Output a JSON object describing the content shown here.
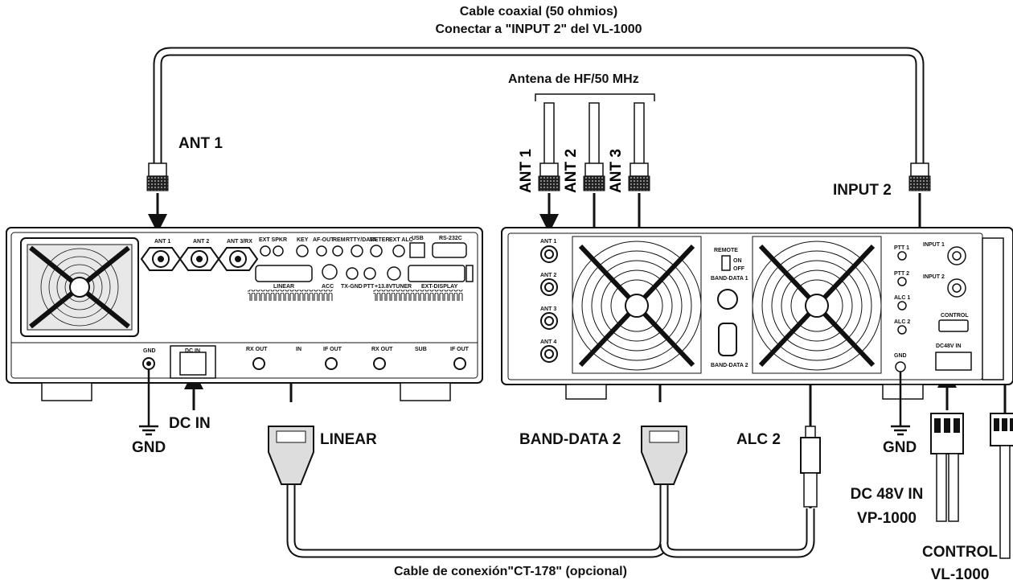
{
  "cable_top": {
    "line1": "Cable coaxial (50 ohmios)",
    "line2": "Conectar a \"INPUT 2\" del VL-1000"
  },
  "antenna_label": "Antena de HF/50 MHz",
  "ant_labels": {
    "ant1_left": "ANT 1",
    "ant1": "ANT 1",
    "ant2": "ANT 2",
    "ant3": "ANT 3",
    "input2": "INPUT 2"
  },
  "bottom_labels": {
    "gnd_left": "GND",
    "dc_in": "DC IN",
    "linear": "LINEAR",
    "band_data2": "BAND-DATA 2",
    "alc2": "ALC 2",
    "gnd_right": "GND",
    "dc48_line1": "DC 48V IN",
    "dc48_line2": "VP-1000",
    "control_line1": "CONTROL",
    "control_line2": "VL-1000"
  },
  "cable_bottom": "Cable de conexión\"CT-178\" (opcional)",
  "transceiver_panel": {
    "ant1": "ANT 1",
    "ant2": "ANT 2",
    "ant3": "ANT 3/RX",
    "ext_spkr": "EXT SPKR",
    "key": "KEY",
    "af_out": "AF-OUT",
    "rem": "REM",
    "rtty": "RTTY/DATA",
    "meter": "METER",
    "ext_alc": "EXT ALC",
    "usb": "USB",
    "rs232c": "RS-232C",
    "linear": "LINEAR",
    "acc": "ACC",
    "tx_gnd": "TX-GND",
    "ptt": "PTT",
    "v138": "+13.8V",
    "tuner": "TUNER",
    "ext_display": "EXT-DISPLAY",
    "gnd": "GND",
    "dc_in": "DC IN",
    "rx_out1": "RX OUT",
    "in": "IN",
    "if_out1": "IF OUT",
    "rx_out2": "RX OUT",
    "sub": "SUB",
    "if_out2": "IF OUT"
  },
  "amp_panel": {
    "ant1": "ANT 1",
    "ant2": "ANT 2",
    "ant3": "ANT 3",
    "ant4": "ANT 4",
    "remote": "REMOTE",
    "on": "ON",
    "off": "OFF",
    "band_data1": "BAND-DATA 1",
    "band_data2": "BAND-DATA 2",
    "ptt1": "PTT 1",
    "ptt2": "PTT 2",
    "alc1": "ALC 1",
    "alc2": "ALC 2",
    "gnd": "GND",
    "input1": "INPUT 1",
    "input2": "INPUT 2",
    "control": "CONTROL",
    "dc48": "DC48V IN"
  }
}
